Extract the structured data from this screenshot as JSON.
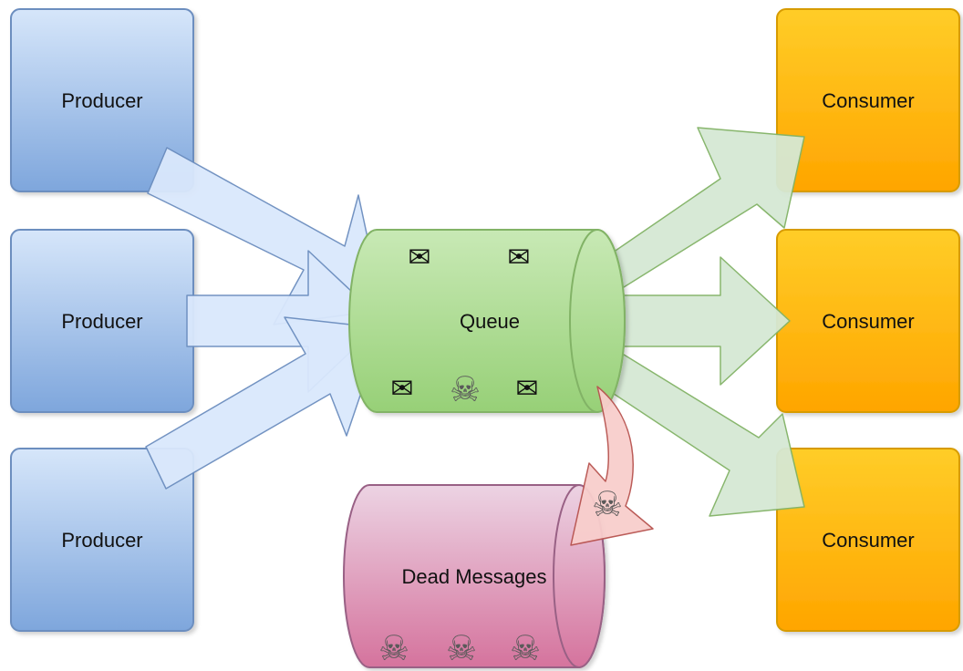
{
  "producers": [
    {
      "label": "Producer"
    },
    {
      "label": "Producer"
    },
    {
      "label": "Producer"
    }
  ],
  "consumers": [
    {
      "label": "Consumer"
    },
    {
      "label": "Consumer"
    },
    {
      "label": "Consumer"
    }
  ],
  "queue": {
    "label": "Queue",
    "message_icon": "✉",
    "poison_icon": "☠"
  },
  "dead_letter_queue": {
    "label": "Dead Messages",
    "poison_icon": "☠"
  },
  "colors": {
    "producer_top": "#d6e6fa",
    "producer_bottom": "#7ea6dc",
    "producer_stroke": "#6c8ebf",
    "consumer_top": "#ffcd28",
    "consumer_bottom": "#ffa500",
    "consumer_stroke": "#d79b00",
    "queue_top": "#c8e9b5",
    "queue_bottom": "#97d077",
    "queue_stroke": "#82b366",
    "dead_top": "#ecd3e3",
    "dead_bottom": "#d5739d",
    "dead_stroke": "#996185",
    "in_arrow_fill": "#dae8fc",
    "in_arrow_stroke": "#6c8ebf",
    "out_arrow_fill": "#d5e8d4",
    "out_arrow_stroke": "#82b366",
    "dead_arrow_fill": "#f8cecc",
    "dead_arrow_stroke": "#b85450"
  }
}
